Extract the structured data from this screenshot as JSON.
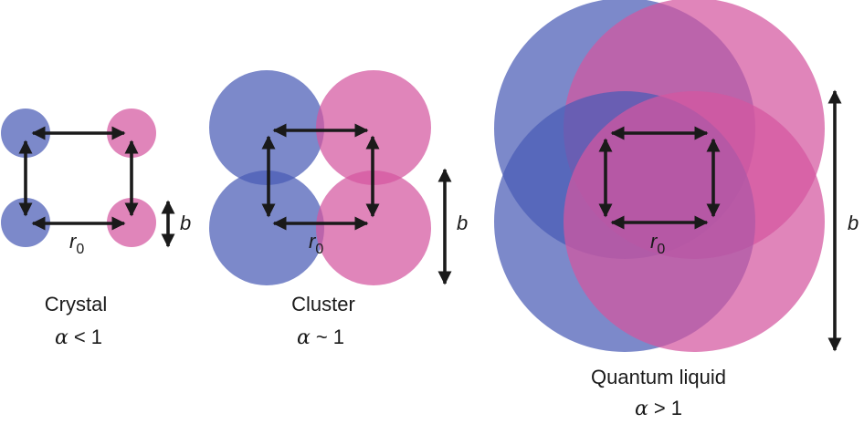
{
  "colors": {
    "blue": "#4a5cb5",
    "pink": "#d4569f",
    "arrow": "#1a1a1a",
    "text": "#1a1a1a"
  },
  "symbols": {
    "alpha": "α",
    "b": "b",
    "r": "r",
    "r_sub": "0"
  },
  "panels": {
    "crystal": {
      "name": "Crystal",
      "relation": "< 1"
    },
    "cluster": {
      "name": "Cluster",
      "relation": "~ 1"
    },
    "liquid": {
      "name": "Quantum liquid",
      "relation": "> 1"
    }
  }
}
